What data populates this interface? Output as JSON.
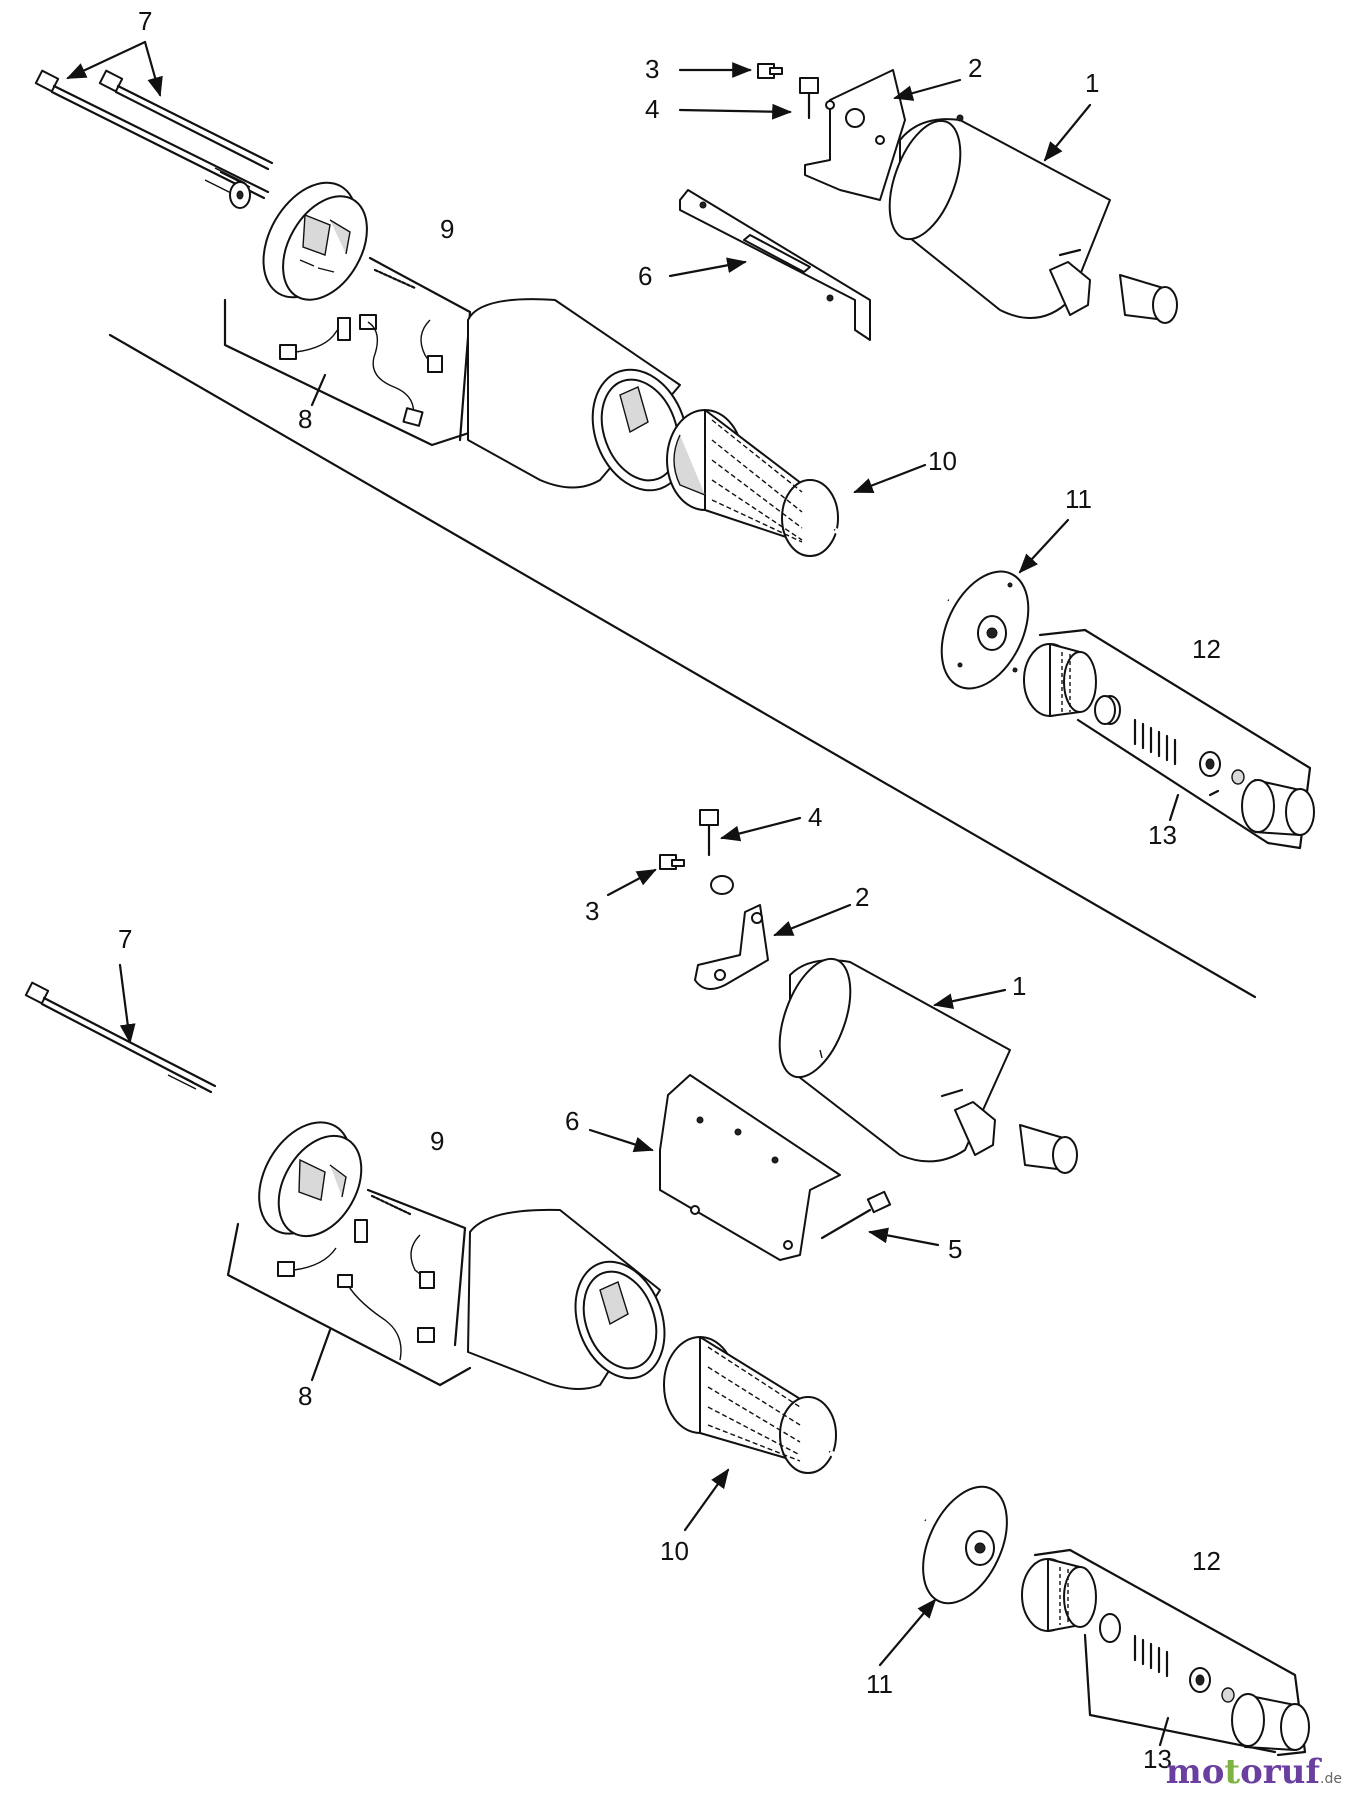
{
  "colors": {
    "line": "#111111",
    "background": "#ffffff",
    "watermark_purple": "#6b3fa0",
    "watermark_green": "#7cb342",
    "watermark_gray": "#666666"
  },
  "watermark": {
    "a": "mo",
    "b": "t",
    "c": "oruf",
    "tld": ".de"
  },
  "top_assembly": {
    "callouts": {
      "c1": "1",
      "c2": "2",
      "c3": "3",
      "c4": "4",
      "c6": "6",
      "c7": "7",
      "c8": "8",
      "c9": "9",
      "c10": "10",
      "c11": "11",
      "c12": "12",
      "c13": "13"
    }
  },
  "bottom_assembly": {
    "callouts": {
      "c1": "1",
      "c2": "2",
      "c3": "3",
      "c4": "4",
      "c5": "5",
      "c6": "6",
      "c7": "7",
      "c8": "8",
      "c9": "9",
      "c10": "10",
      "c11": "11",
      "c12": "12",
      "c13": "13"
    }
  }
}
